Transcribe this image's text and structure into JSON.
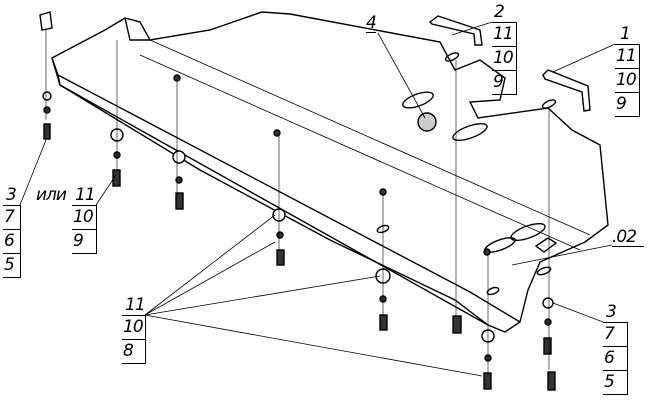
{
  "callouts": {
    "part_2": {
      "head": "2",
      "rows": [
        "11",
        "10",
        "9"
      ]
    },
    "part_1": {
      "head": "1",
      "rows": [
        "11",
        "10",
        "9"
      ]
    },
    "part_4": {
      "head": "4"
    },
    "left_3": {
      "head": "3",
      "rows": [
        "7",
        "6",
        "5"
      ]
    },
    "or_text": "или",
    "left_11": {
      "head": "11",
      "rows": [
        "10",
        "9"
      ]
    },
    "bottom_11": {
      "head": "11",
      "rows": [
        "10",
        "8"
      ]
    },
    "mark_02": ".02",
    "right_3": {
      "head": "3",
      "rows": [
        "7",
        "6",
        "5"
      ]
    }
  }
}
